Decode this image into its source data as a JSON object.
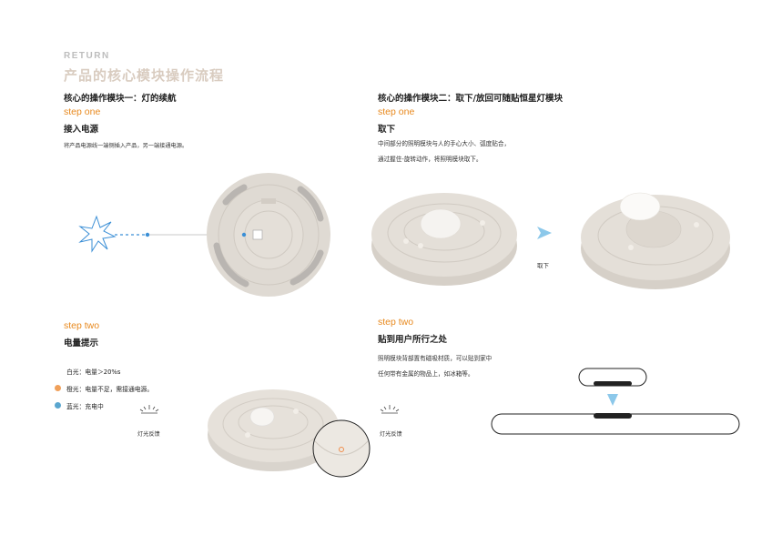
{
  "brand": "RETURN",
  "title": "产品的核心模块操作流程",
  "left": {
    "section_title": "核心的操作模块一：灯的续航",
    "step_one": {
      "label": "step one",
      "title": "接入电源",
      "desc": "将产品电源线一端侧插入产品，另一端接通电源。"
    },
    "step_two": {
      "label": "step two",
      "title": "电量提示",
      "status": [
        {
          "text": "白光：电量＞20%s",
          "color": ""
        },
        {
          "text": "橙光：电量不足，需接通电源。",
          "color": "#f0a05a"
        },
        {
          "text": "蓝光：充电中",
          "color": "#5aa6cf"
        }
      ],
      "feedback_label": "灯光反馈"
    }
  },
  "right": {
    "section_title": "核心的操作模块二：取下/放回可随贴恒星灯模块",
    "step_one": {
      "label": "step one",
      "title": "取下",
      "desc_lines": [
        "中间部分的照明模块与人的手心大小、弧度贴合，",
        "通过握住-旋转动作，将照明模块取下。"
      ],
      "arrow_label": "取下"
    },
    "step_two": {
      "label": "step two",
      "title": "贴到用户所行之处",
      "desc_lines": [
        "照明模块背部置有磁吸材质，可以贴到家中",
        "任何带有金属的物品上，如冰箱等。"
      ],
      "feedback_label": "灯光反馈"
    }
  },
  "colors": {
    "accent": "#e8891e",
    "device": "#e2ddd6",
    "cable": "#3b8fd6"
  }
}
